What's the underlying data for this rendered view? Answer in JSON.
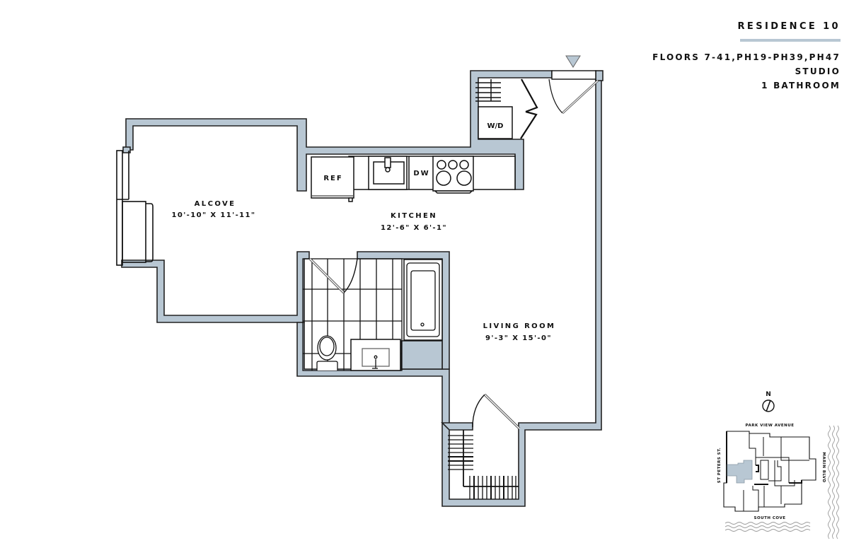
{
  "header": {
    "title": "RESIDENCE 10",
    "floors": "FLOORS 7-41,PH19-PH39,PH47",
    "type": "STUDIO",
    "bathrooms": "1 BATHROOM"
  },
  "rooms": {
    "alcove": {
      "name": "ALCOVE",
      "dims": "10'-10\" X 11'-11\""
    },
    "kitchen": {
      "name": "KITCHEN",
      "dims": "12'-6\" X 6'-1\""
    },
    "living": {
      "name": "LIVING ROOM",
      "dims": "9'-3\" X 15'-0\""
    }
  },
  "fixtures": {
    "ref": "REF",
    "dw": "DW",
    "wd": "W/D"
  },
  "keyplan": {
    "north": "N",
    "street_top": "PARK VIEW AVENUE",
    "street_left": "ST PETERS ST.",
    "street_right": "MARIN BLVD",
    "street_bottom": "SOUTH COVE"
  },
  "colors": {
    "wall_fill": "#b8c7d3",
    "line": "#111111",
    "highlight": "#b8c7d3"
  }
}
